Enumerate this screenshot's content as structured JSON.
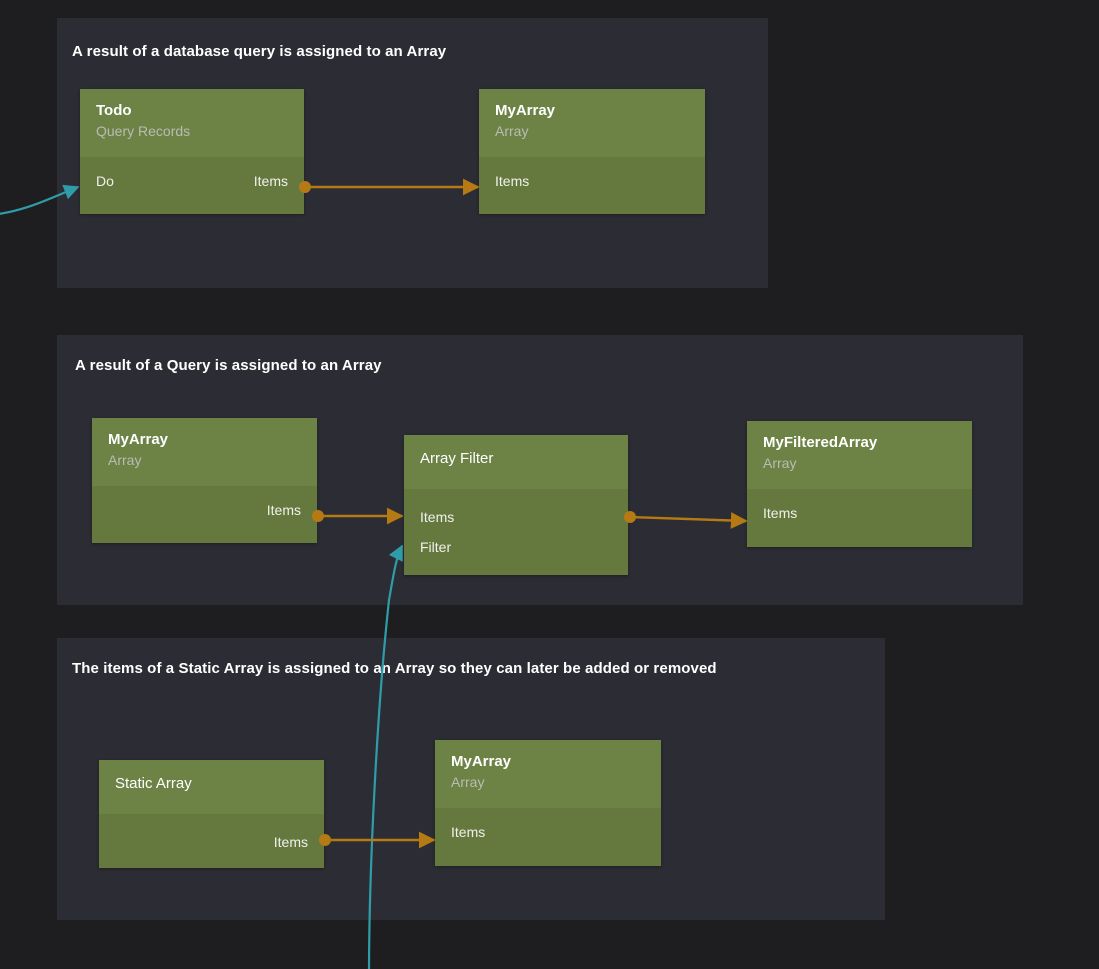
{
  "canvas": {
    "background_color": "#1e1e20",
    "panel_color": "#2c2c34",
    "node_header_color": "#6d8346",
    "node_body_color": "#65793e",
    "wire_color": "#b57a14",
    "signal_wire_color": "#2f9da8"
  },
  "panels": [
    {
      "id": "panel-database-query",
      "title": "A result of a database query is assigned to an Array",
      "nodes": [
        {
          "id": "todo",
          "title": "Todo",
          "subtitle": "Query Records",
          "inputs": [
            "Do"
          ],
          "outputs": [
            "Items"
          ]
        },
        {
          "id": "myarray-1",
          "title": "MyArray",
          "subtitle": "Array",
          "inputs": [
            "Items"
          ],
          "outputs": []
        }
      ]
    },
    {
      "id": "panel-query-result",
      "title": "A result of a Query is assigned to an Array",
      "nodes": [
        {
          "id": "myarray-2",
          "title": "MyArray",
          "subtitle": "Array",
          "inputs": [],
          "outputs": [
            "Items"
          ]
        },
        {
          "id": "array-filter",
          "title": "Array Filter",
          "subtitle": "",
          "inputs": [
            "Items",
            "Filter"
          ],
          "outputs": [
            "Items"
          ]
        },
        {
          "id": "myfilteredarray",
          "title": "MyFilteredArray",
          "subtitle": "Array",
          "inputs": [
            "Items"
          ],
          "outputs": []
        }
      ]
    },
    {
      "id": "panel-static-array",
      "title": "The items of a Static Array is assigned to an Array so they can later be added or removed",
      "nodes": [
        {
          "id": "static-array",
          "title": "Static Array",
          "subtitle": "",
          "inputs": [],
          "outputs": [
            "Items"
          ]
        },
        {
          "id": "myarray-3",
          "title": "MyArray",
          "subtitle": "Array",
          "inputs": [
            "Items"
          ],
          "outputs": []
        }
      ]
    }
  ]
}
